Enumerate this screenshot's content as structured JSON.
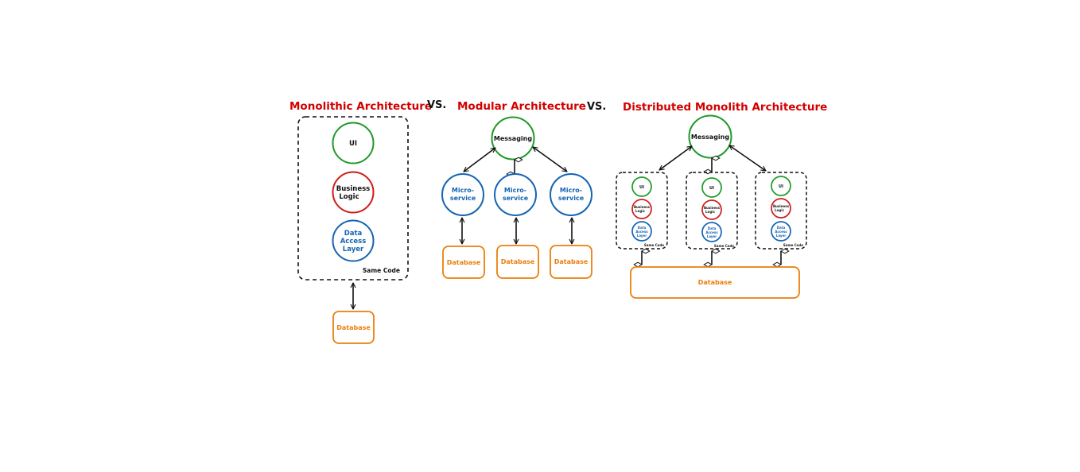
{
  "colors": {
    "title": "#d40000",
    "green": "#1e9a2a",
    "red": "#d01a1a",
    "blue": "#1464b4",
    "orange": "#ea7f0b",
    "text": "#111111"
  },
  "titles": {
    "monolithic": "Monolithic Architecture",
    "modular": "Modular Architecture",
    "distributed": "Distributed Monolith Architecture",
    "vs1": "VS.",
    "vs2": "VS."
  },
  "monolithic": {
    "ui": "UI",
    "business": [
      "Business",
      "Logic"
    ],
    "data": [
      "Data",
      "Access",
      "Layer"
    ],
    "code": "Same Code",
    "database": "Database"
  },
  "modular": {
    "messaging": "Messaging",
    "microservice": [
      "Micro-",
      "service"
    ],
    "database": "Database"
  },
  "distributed": {
    "messaging": "Messaging",
    "ui": "UI",
    "business": [
      "Business",
      "Logic"
    ],
    "data": [
      "Data",
      "Access",
      "Layer"
    ],
    "code": "Same Code",
    "database": "Database"
  }
}
